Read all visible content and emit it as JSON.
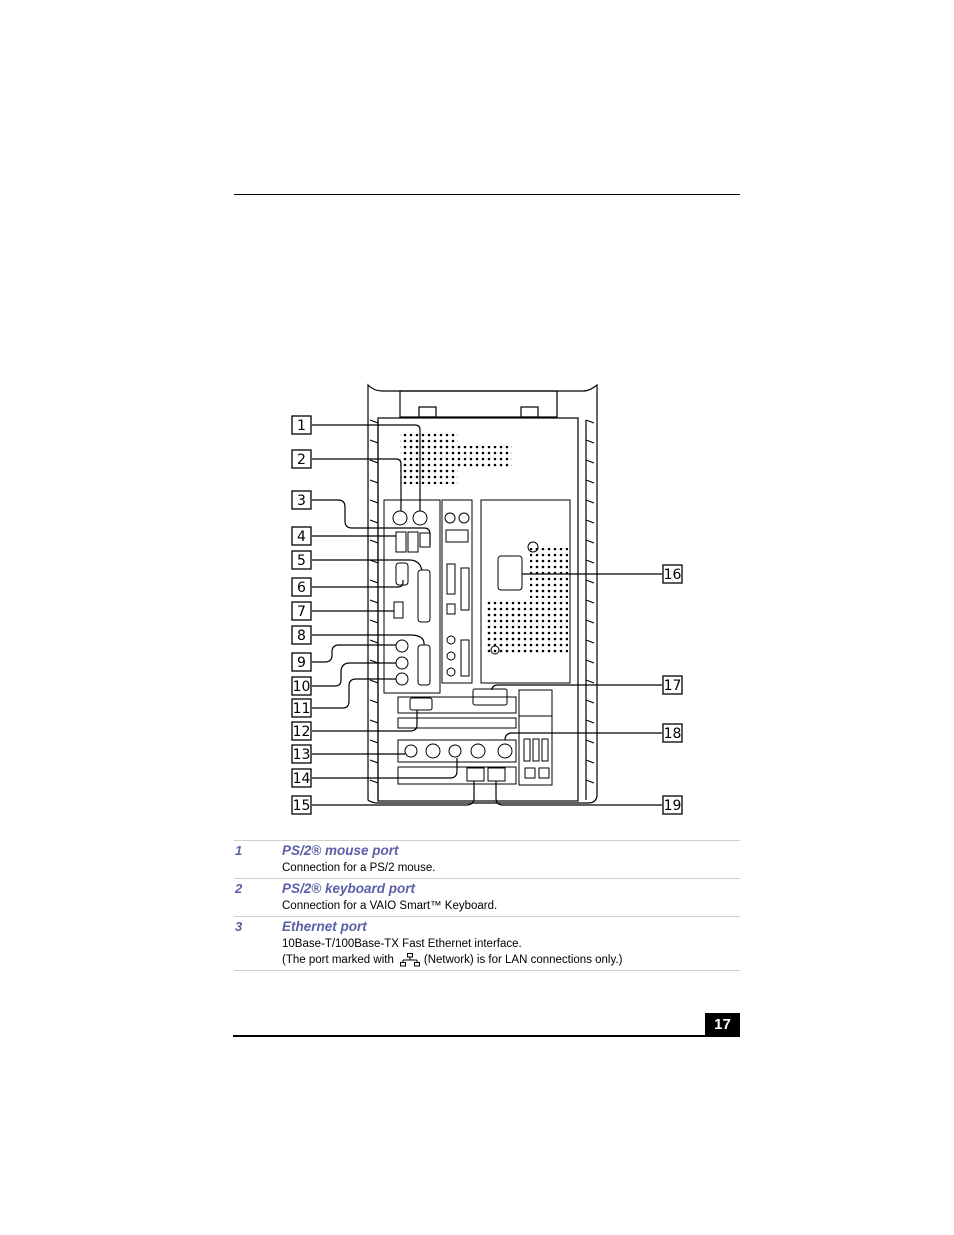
{
  "callouts": [
    "1",
    "2",
    "3",
    "4",
    "5",
    "6",
    "7",
    "8",
    "9",
    "10",
    "11",
    "12",
    "13",
    "14",
    "15",
    "16",
    "17",
    "18",
    "19"
  ],
  "entries": [
    {
      "num": "1",
      "title": "PS/2® mouse port",
      "lines": [
        "Connection for a PS/2 mouse."
      ]
    },
    {
      "num": "2",
      "title": "PS/2® keyboard port",
      "lines": [
        "Connection for a VAIO Smart™ Keyboard."
      ]
    },
    {
      "num": "3",
      "title": "Ethernet port",
      "lines": [
        "10Base-T/100Base-TX Fast Ethernet interface.",
        "(The port marked with",
        "(Network) is for LAN connections only.)"
      ]
    }
  ],
  "network_icon": "network-icon",
  "page_number": "17"
}
